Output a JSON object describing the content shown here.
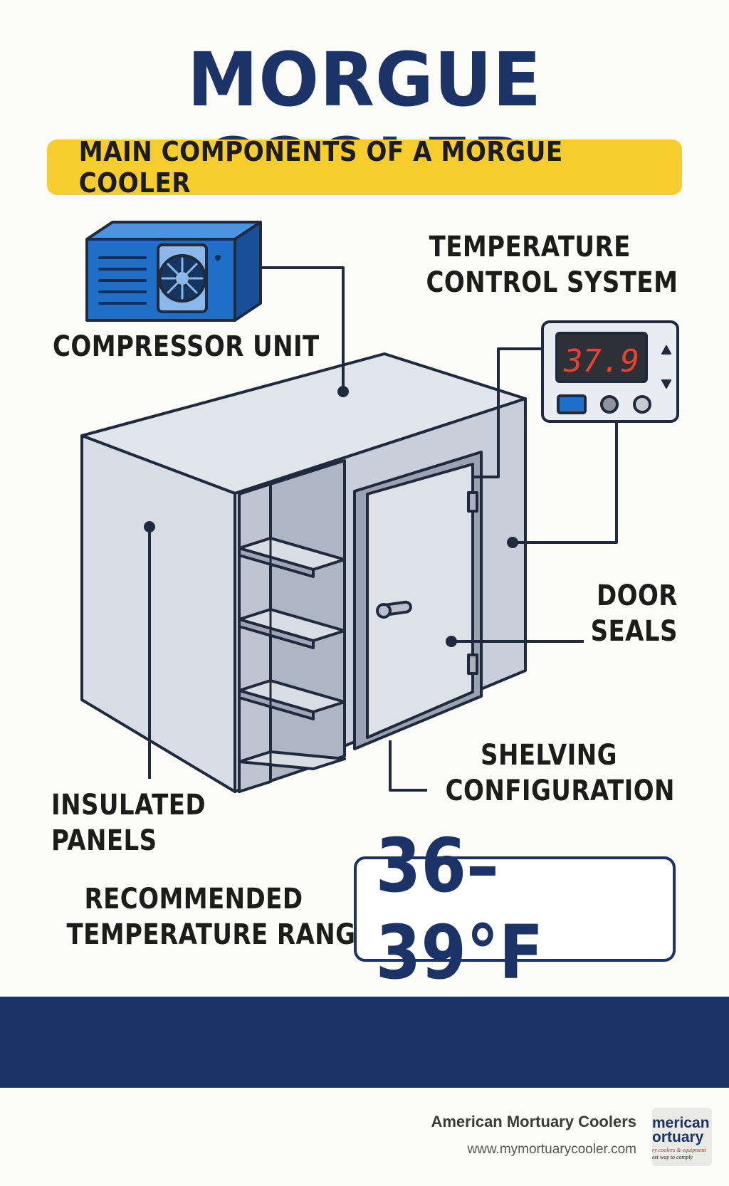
{
  "title": "MORGUE COOLER",
  "subtitle": "MAIN COMPONENTS OF A MORGUE COOLER",
  "labels": {
    "compressor": "COMPRESSOR UNIT",
    "temp_control_line1": "TEMPERATURE",
    "temp_control_line2": "CONTROL SYSTEM",
    "door_seals_line1": "DOOR",
    "door_seals_line2": "SEALS",
    "shelving_line1": "SHELVING",
    "shelving_line2": "CONFIGURATION",
    "insulated_line1": "INSULATED",
    "insulated_line2": "PANELS"
  },
  "thermostat_display": "37.9",
  "recommended": {
    "line1": "RECOMMENDED",
    "line2": "TEMPERATURE RANGE",
    "value": "36–39°F"
  },
  "footer": {
    "company": "American Mortuary Coolers",
    "url": "www.mymortuarycooler.com",
    "logo_line1": "merican",
    "logo_line2": "ortuary",
    "logo_line3": "ry coolers & equipment",
    "logo_line4": "est way to comply"
  },
  "colors": {
    "navy": "#1b3367",
    "banner_yellow": "#f7cd2e",
    "compressor_blue": "#1f6fc6",
    "display_red": "#e8432e",
    "cooler_panel": "#d7dce5"
  }
}
